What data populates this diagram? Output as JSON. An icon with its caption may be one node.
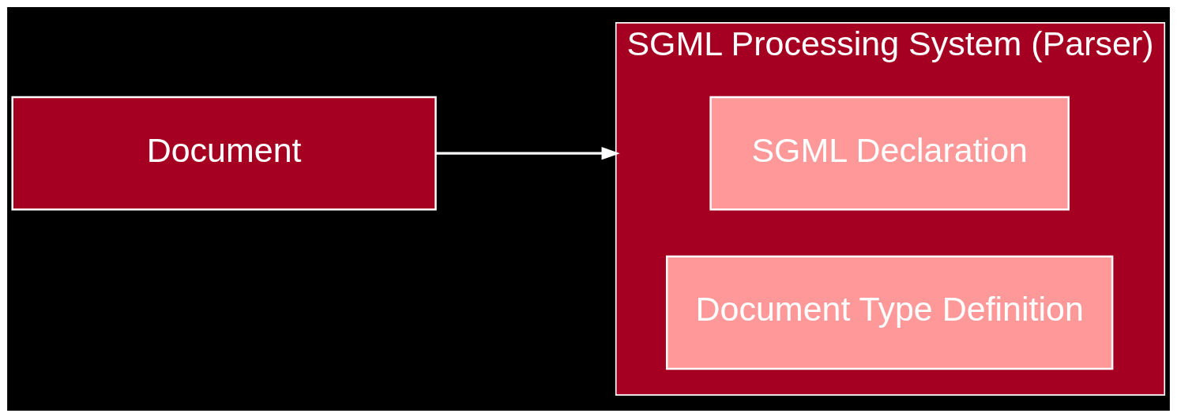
{
  "diagram": {
    "nodes": [
      {
        "text": [
          "Document"
        ]
      },
      {
        "text": [
          "SGML Processing System (Parser)"
        ]
      },
      {
        "text": [
          "SGML Declaration"
        ],
        "in": 1
      },
      {
        "text": [
          "Document Type Definition"
        ],
        "in": 1
      }
    ],
    "edges": [
      {
        "from": 0,
        "to": 1,
        "arrow": "to"
      }
    ]
  }
}
